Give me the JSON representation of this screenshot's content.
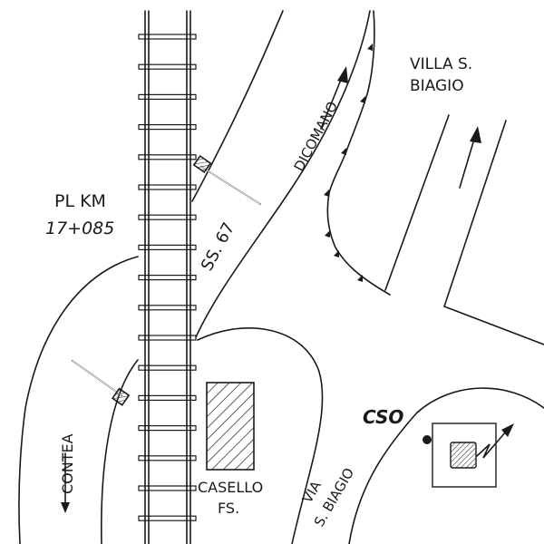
{
  "labels": {
    "level_crossing_line1": "PL KM",
    "level_crossing_line2": "17+085",
    "road_ss67": "SS. 67",
    "direction_dicomano": "DICOMANO",
    "villa_line1": "VILLA S.",
    "villa_line2": "BIAGIO",
    "direction_contea": "CONTEA",
    "casello_line1": "CASELLO",
    "casello_line2": "FS.",
    "via_line1": "VIA",
    "via_line2": "S. BIAGIO",
    "cso": "CSO"
  },
  "colors": {
    "ink": "#1a1a1a",
    "paper": "#ffffff"
  }
}
